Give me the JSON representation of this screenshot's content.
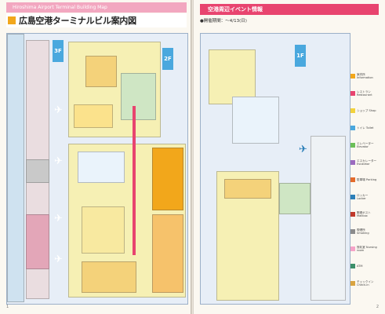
{
  "left_page": {
    "header": "Hiroshima Airport Terminal Building Map",
    "title": "広島空港ターミナルビル案内図",
    "floors": {
      "upper": "3F",
      "middle": "2F"
    },
    "page_number": "1"
  },
  "right_page": {
    "event_header": "空港周辺イベント情報",
    "event_line": "●開催期間：～4/13(日)",
    "floor": "1F",
    "legend": [
      {
        "label": "案内所 Information",
        "color": "#f2a71b"
      },
      {
        "label": "レストラン Restaurant",
        "color": "#e8446f"
      },
      {
        "label": "ショップ Shop",
        "color": "#f2d23c"
      },
      {
        "label": "トイレ Toilet",
        "color": "#4aa8de"
      },
      {
        "label": "エレベーター Elevator",
        "color": "#6bbf59"
      },
      {
        "label": "エスカレーター Escalator",
        "color": "#9b6bbf"
      },
      {
        "label": "駐車場 Parking",
        "color": "#e36b2c"
      },
      {
        "label": "ロッカー Locker",
        "color": "#2c7fb8"
      },
      {
        "label": "郵便ポスト Mailbox",
        "color": "#c0392b"
      },
      {
        "label": "喫煙所 Smoking",
        "color": "#8c8c8c"
      },
      {
        "label": "授乳室 Nursing room",
        "color": "#f5a3c7"
      },
      {
        "label": "ATM",
        "color": "#3b8f6a"
      },
      {
        "label": "チェックイン Check-in",
        "color": "#d9a441"
      }
    ],
    "page_number": "2"
  }
}
